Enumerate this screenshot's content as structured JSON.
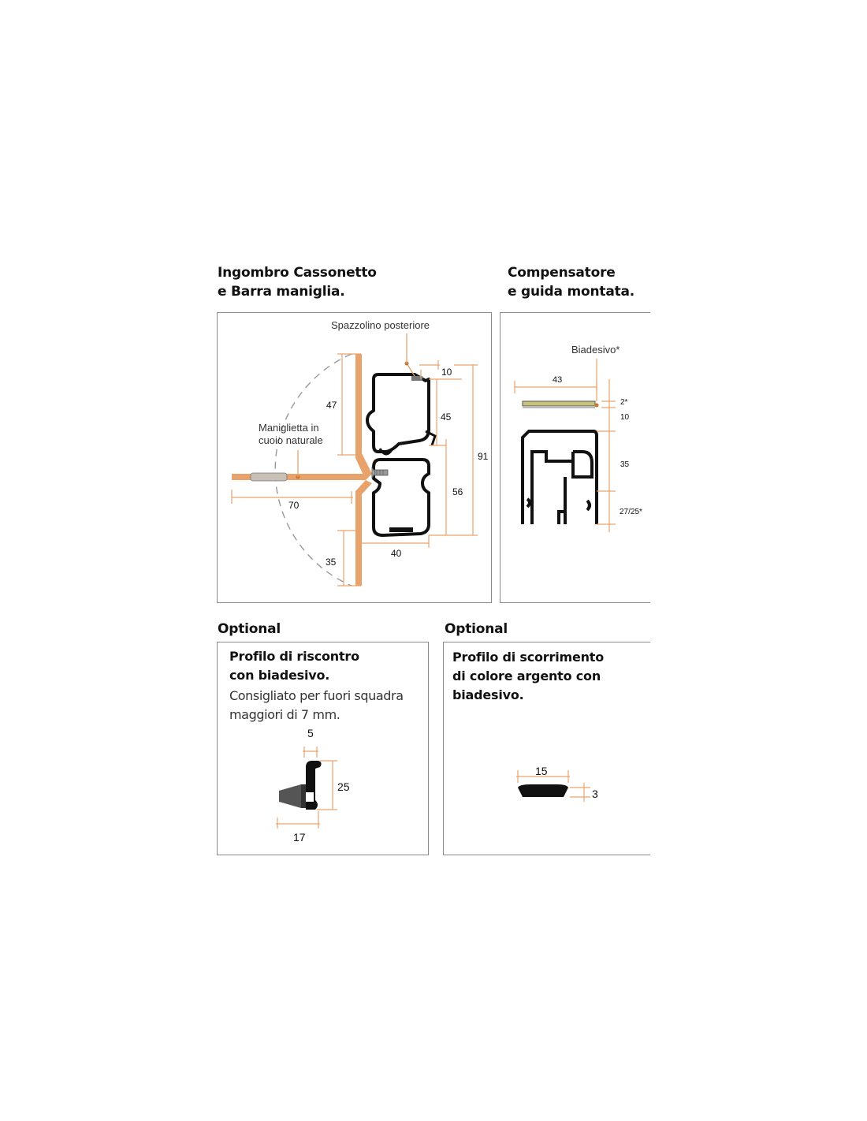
{
  "sections": {
    "cassonetto": {
      "title_line1": "Ingombro Cassonetto",
      "title_line2": "e Barra maniglia."
    },
    "compensatore": {
      "title_line1": "Compensatore",
      "title_line2": "e guida montata."
    },
    "optional_left": {
      "heading": "Optional"
    },
    "optional_right": {
      "heading": "Optional"
    }
  },
  "diagram1": {
    "callout_brush": "Spazzolino posteriore",
    "callout_handle_line1": "Maniglietta in",
    "callout_handle_line2": "cuoio naturale",
    "dims": {
      "d10": "10",
      "d47": "47",
      "d45": "45",
      "d91": "91",
      "d56": "56",
      "d70": "70",
      "d40": "40",
      "d35": "35"
    }
  },
  "diagram2": {
    "callout_tape": "Biadesivo*",
    "dims": {
      "d43": "43",
      "d2": "2*",
      "d10": "10",
      "d35": "35",
      "d27": "27/25*"
    }
  },
  "box1": {
    "title_line1": "Profilo di riscontro",
    "title_line2": "con biadesivo.",
    "note_line1": "Consigliato per fuori squadra",
    "note_line2": "maggiori di 7 mm.",
    "dims": {
      "d5": "5",
      "d25": "25",
      "d17": "17"
    }
  },
  "box2": {
    "title_line1": "Profilo di scorrimento",
    "title_line2": "di colore argento con",
    "title_line3": "biadesivo.",
    "dims": {
      "d15": "15",
      "d3": "3"
    }
  },
  "colors": {
    "accent": "#e8a36d",
    "profile": "#111111",
    "frame": "#8a8a8a",
    "tape": "#c9c27a"
  },
  "icons": {
    "screw": "screw-icon",
    "handle": "handle-icon"
  }
}
